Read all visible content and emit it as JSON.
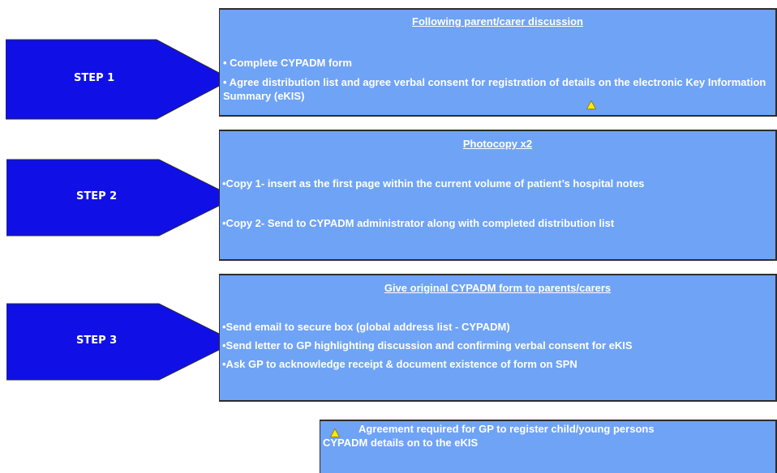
{
  "steps": [
    {
      "label": "STEP 1",
      "title": "Following parent/carer discussion",
      "lines": [
        "• Complete CYPADM form",
        "• Agree distribution list and agree verbal consent for registration of details on the electronic Key Information Summary (eKIS)"
      ]
    },
    {
      "label": "STEP 2",
      "title": "Photocopy x2",
      "lines": [
        "•Copy 1- insert as the first page within the  current volume of patient’s hospital notes",
        "•Copy 2- Send to CYPADM administrator along with completed distribution list"
      ]
    },
    {
      "label": "STEP 3",
      "title": "Give original CYPADM form to parents/carers",
      "lines": [
        "•Send email to secure box (global address list - CYPADM)",
        "•Send letter to GP highlighting discussion and confirming verbal consent for eKIS",
        "•Ask GP to acknowledge receipt & document existence of form on SPN"
      ]
    }
  ],
  "note": {
    "text": "Agreement required for GP to register child/young persons CYPADM details on to the eKIS"
  },
  "icons": {
    "warning": "warning-triangle-icon",
    "warning_color": "#ffea00"
  },
  "colors": {
    "arrow": "#1010e6",
    "box": "#6fa3f6"
  }
}
